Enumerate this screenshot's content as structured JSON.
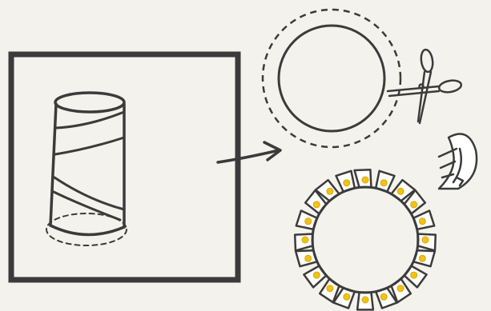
{
  "colors": {
    "background": "#f4f2ec",
    "ink": "#3b3b3b",
    "tab_fill": "#ffffff",
    "dot": "#f2c21b",
    "dot_outline": "#d9a900"
  },
  "icons": [
    "cardboard-tube-icon",
    "arrow-right-icon",
    "scissors-icon",
    "curl-icon"
  ],
  "illustration": {
    "steps": [
      "tube-with-dashed-outline",
      "traced-circle-with-dashed-cut-line",
      "fringed-ring-with-yellow-dots"
    ]
  }
}
